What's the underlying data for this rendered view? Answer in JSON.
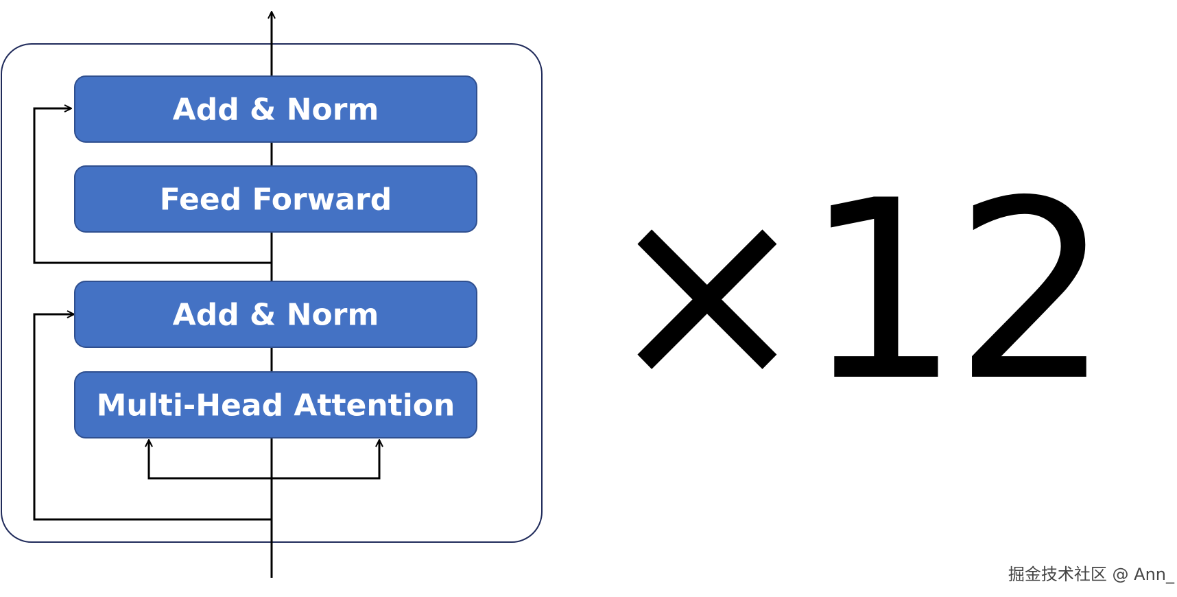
{
  "blocks": {
    "add_norm_top": "Add & Norm",
    "feed_forward": "Feed Forward",
    "add_norm_bottom": "Add & Norm",
    "multi_head_attention": "Multi-Head Attention"
  },
  "repeat": {
    "label": "×12"
  },
  "watermark": {
    "text": "掘金技术社区 @ Ann_"
  },
  "colors": {
    "block_fill": "#4472C4",
    "block_border": "#2F4F8F",
    "container_border": "#1F2A5A",
    "arrow": "#000000"
  }
}
